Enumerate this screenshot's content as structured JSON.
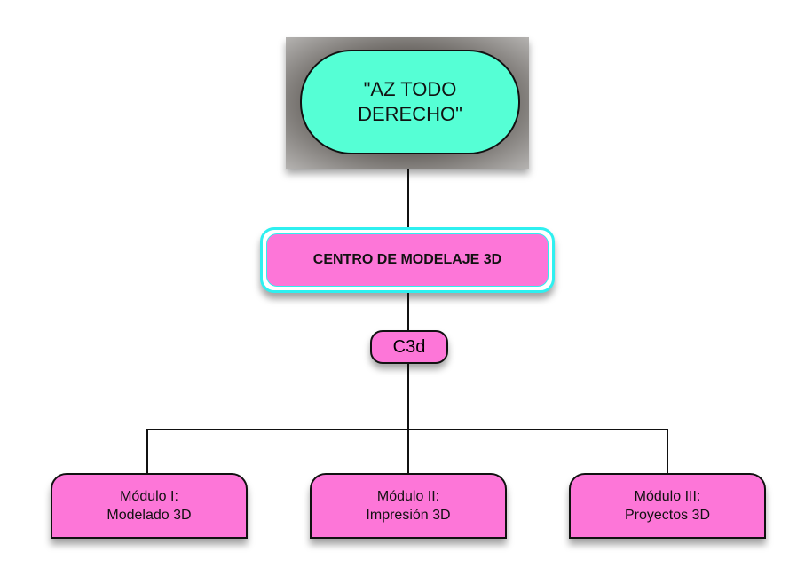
{
  "root": {
    "line1": "\"AZ TODO",
    "line2": "DERECHO\""
  },
  "center": {
    "label": "CENTRO DE MODELAJE 3D"
  },
  "hub": {
    "label": "C3d"
  },
  "modules": [
    {
      "title": "Módulo I:",
      "subtitle": "Modelado 3D"
    },
    {
      "title": "Módulo II:",
      "subtitle": "Impresión 3D"
    },
    {
      "title": "Módulo III:",
      "subtitle": "Proyectos 3D"
    }
  ],
  "colors": {
    "root_fill": "#55ffd5",
    "node_fill": "#fd76d8",
    "center_border": "#2ef0f0"
  }
}
